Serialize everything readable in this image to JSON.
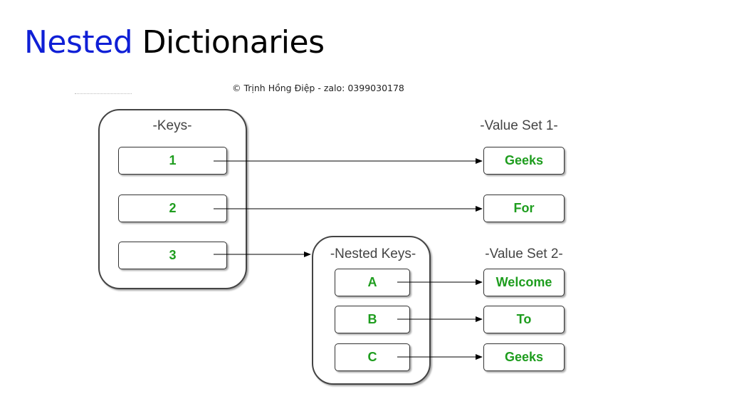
{
  "title": {
    "accent": "Nested",
    "rest": " Dictionaries"
  },
  "credit": "© Trịnh Hồng Điệp - zalo: 0399030178",
  "diagram": {
    "keys_label": "-Keys-",
    "value_set1_label": "-Value Set 1-",
    "nested_keys_label": "-Nested Keys-",
    "value_set2_label": "-Value Set 2-",
    "keys": [
      "1",
      "2",
      "3"
    ],
    "value_set1": [
      "Geeks",
      "For"
    ],
    "nested_keys": [
      "A",
      "B",
      "C"
    ],
    "value_set2": [
      "Welcome",
      "To",
      "Geeks"
    ]
  },
  "colors": {
    "accent": "#0f1fd6",
    "value_text": "#1e9d1e",
    "border": "#444444"
  }
}
